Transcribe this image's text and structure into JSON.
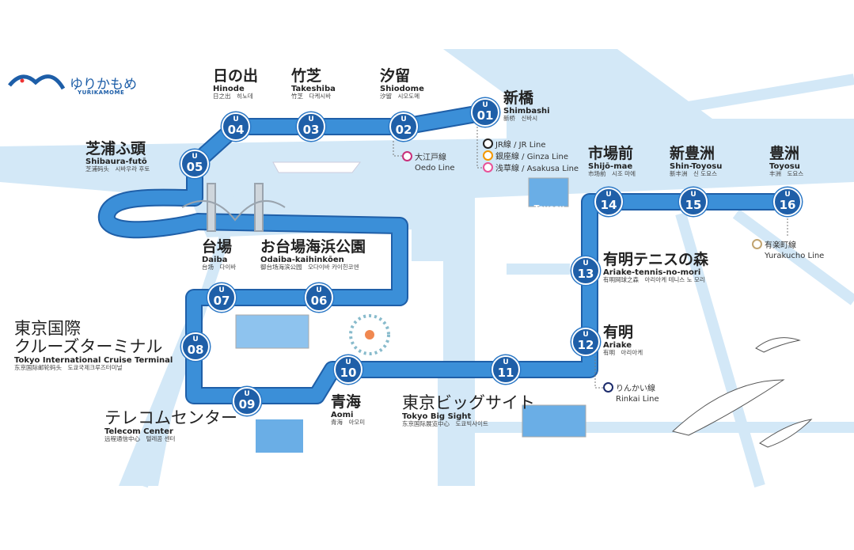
{
  "logo": {
    "ja": "ゆりかもめ",
    "en": "YURIKAMOME"
  },
  "colors": {
    "line": "#3b8fd8",
    "station": "#1f5fa8",
    "water": "#d3e8f7",
    "land": "#ffffff"
  },
  "stations": [
    {
      "code": "U",
      "num": "01",
      "ja": "新橋",
      "en": "Shimbashi",
      "ko": "新桥　신바시"
    },
    {
      "code": "U",
      "num": "02",
      "ja": "汐留",
      "en": "Shiodome",
      "ko": "汐留　시오도메"
    },
    {
      "code": "U",
      "num": "03",
      "ja": "竹芝",
      "en": "Takeshiba",
      "ko": "竹芝　다케시바"
    },
    {
      "code": "U",
      "num": "04",
      "ja": "日の出",
      "en": "Hinode",
      "ko": "日之出　히노데"
    },
    {
      "code": "U",
      "num": "05",
      "ja": "芝浦ふ頭",
      "en": "Shibaura-futō",
      "ko": "芝浦码头　시바우라 후토"
    },
    {
      "code": "U",
      "num": "06",
      "ja": "お台場海浜公園",
      "en": "Odaiba-kaihinkōen",
      "ko": "御台场海滨公园　오다이바 카이힌코엔"
    },
    {
      "code": "U",
      "num": "07",
      "ja": "台場",
      "en": "Daiba",
      "ko": "台场　다이바"
    },
    {
      "code": "U",
      "num": "08",
      "ja": "東京国際",
      "ja2": "クルーズターミナル",
      "en": "Tokyo International Cruise Terminal",
      "ko": "东京国际邮轮码头　도쿄국제크루즈터미널"
    },
    {
      "code": "U",
      "num": "09",
      "ja": "テレコムセンター",
      "en": "Telecom Center",
      "ko": "远程通信中心　텔레콤 센터"
    },
    {
      "code": "U",
      "num": "10",
      "ja": "青海",
      "en": "Aomi",
      "ko": "青海　아오미"
    },
    {
      "code": "U",
      "num": "11",
      "ja": "東京ビッグサイト",
      "en": "Tokyo Big Sight",
      "ko": "东京国际展览中心　도쿄빅사이트"
    },
    {
      "code": "U",
      "num": "12",
      "ja": "有明",
      "en": "Ariake",
      "ko": "有明　아리아케"
    },
    {
      "code": "U",
      "num": "13",
      "ja": "有明テニスの森",
      "en": "Ariake-tennis-no-mori",
      "ko": "有明网球之森　아리아케 테니스 노 모리"
    },
    {
      "code": "U",
      "num": "14",
      "ja": "市場前",
      "en": "Shijō-mae",
      "ko": "市场前　시조 마에"
    },
    {
      "code": "U",
      "num": "15",
      "ja": "新豊洲",
      "en": "Shin-Toyosu",
      "ko": "新丰洲　신 도요스"
    },
    {
      "code": "U",
      "num": "16",
      "ja": "豊洲",
      "en": "Toyosu",
      "ko": "丰洲　도요스"
    }
  ],
  "transfers": {
    "shiodome": [
      {
        "label": "大江戸線",
        "label2": "Oedo Line",
        "color": "#c8307a"
      }
    ],
    "shimbashi": [
      {
        "label": "JR線 / JR Line",
        "color": "#222222"
      },
      {
        "label": "銀座線 / Ginza Line",
        "color": "#f39700"
      },
      {
        "label": "浅草線 / Asakusa Line",
        "color": "#e85298"
      }
    ],
    "ariake": [
      {
        "label": "りんかい線",
        "label2": "Rinkai Line",
        "color": "#1b2a6b"
      }
    ],
    "toyosu": [
      {
        "label": "有楽町線",
        "label2": "Yurakucho Line",
        "color": "#c1a470"
      }
    ]
  },
  "landmarks": {
    "toyosu_market": "Toyosu Market"
  }
}
